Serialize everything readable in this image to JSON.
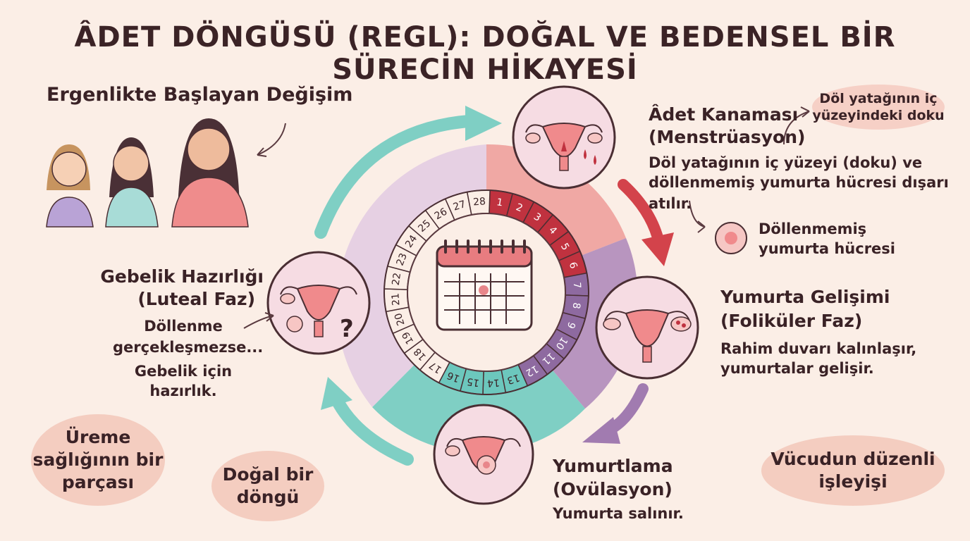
{
  "title": "ÂDET DÖNGÜSÜ (REGL): DOĞAL VE BEDENSEL BİR SÜRECİN HİKAYESİ",
  "puberty": {
    "heading": "Ergenlikte Başlayan Değişim"
  },
  "menstruation": {
    "title_line1": "Âdet Kanaması",
    "title_line2": "(Menstrüasyon)",
    "desc_line1": "Döl yatağının iç yüzeyi (doku) ve",
    "desc_line2": "döllenmemiş yumurta hücresi dışarı atılır."
  },
  "callout_tissue": {
    "line1": "Döl yatağının iç",
    "line2": "yüzeyindeki doku"
  },
  "callout_egg": {
    "line1": "Döllenmemiş",
    "line2": "yumurta hücresi"
  },
  "follicular": {
    "title_line1": "Yumurta Gelişimi",
    "title_line2": "(Foliküler Faz)",
    "desc_line1": "Rahim duvarı kalınlaşır,",
    "desc_line2": "yumurtalar gelişir."
  },
  "ovulation": {
    "title_line1": "Yumurtlama",
    "title_line2": "(Ovülasyon)",
    "desc": "Yumurta salınır."
  },
  "luteal": {
    "title_line1": "Gebelik Hazırlığı",
    "title_line2": "(Luteal Faz)",
    "desc_line1": "Döllenme",
    "desc_line2": "gerçekleşmezse...",
    "desc_line3": "Gebelik için",
    "desc_line4": "hazırlık."
  },
  "badges": {
    "reproductive_line1": "Üreme",
    "reproductive_line2": "sağlığının bir",
    "reproductive_line3": "parçası",
    "natural_line1": "Doğal bir",
    "natural_line2": "döngü",
    "body_line1": "Vücudun düzenli",
    "body_line2": "işleyişi"
  },
  "cycle_days": [
    "1",
    "2",
    "3",
    "4",
    "5",
    "6",
    "7",
    "8",
    "9",
    "10",
    "11",
    "12",
    "13",
    "14",
    "15",
    "16",
    "17",
    "18",
    "19",
    "20",
    "21",
    "22",
    "23",
    "24",
    "25",
    "26",
    "27",
    "28"
  ],
  "colors": {
    "menstrual": "#c0323f",
    "follicular": "#8e6aa0",
    "ovulation": "#6cc7bd",
    "luteal": "#e3cde3",
    "accent_text": "#3a2226"
  }
}
